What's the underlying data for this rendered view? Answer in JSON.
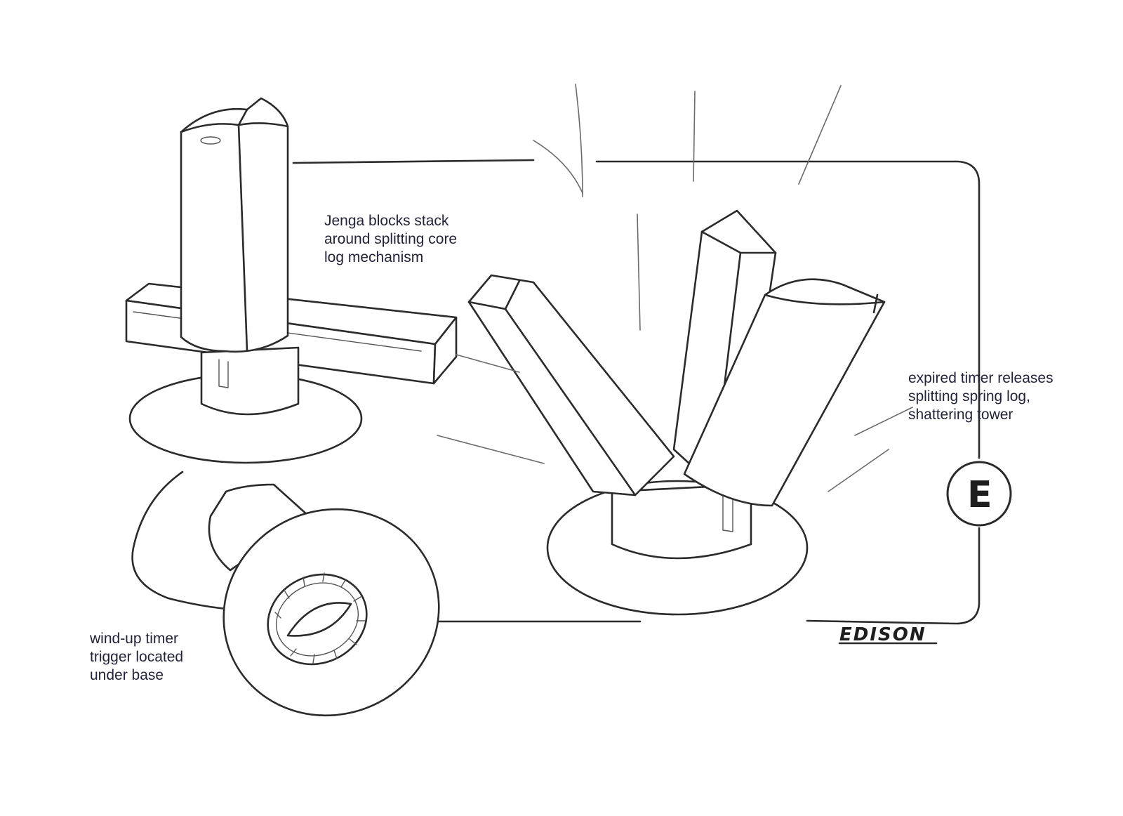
{
  "captions": {
    "jenga": {
      "lines": [
        "Jenga blocks stack",
        "around splitting core",
        "log mechanism"
      ]
    },
    "timer_release": {
      "lines": [
        "expired timer releases",
        "splitting spring log,",
        "shattering tower"
      ]
    },
    "windup": {
      "lines": [
        "wind-up timer",
        "trigger located",
        "under base"
      ]
    }
  },
  "signature": "EDISON",
  "seal_letter": "E",
  "colors": {
    "ink": "#2b2b2b",
    "caption_text": "#23233a",
    "paper": "#ffffff"
  }
}
